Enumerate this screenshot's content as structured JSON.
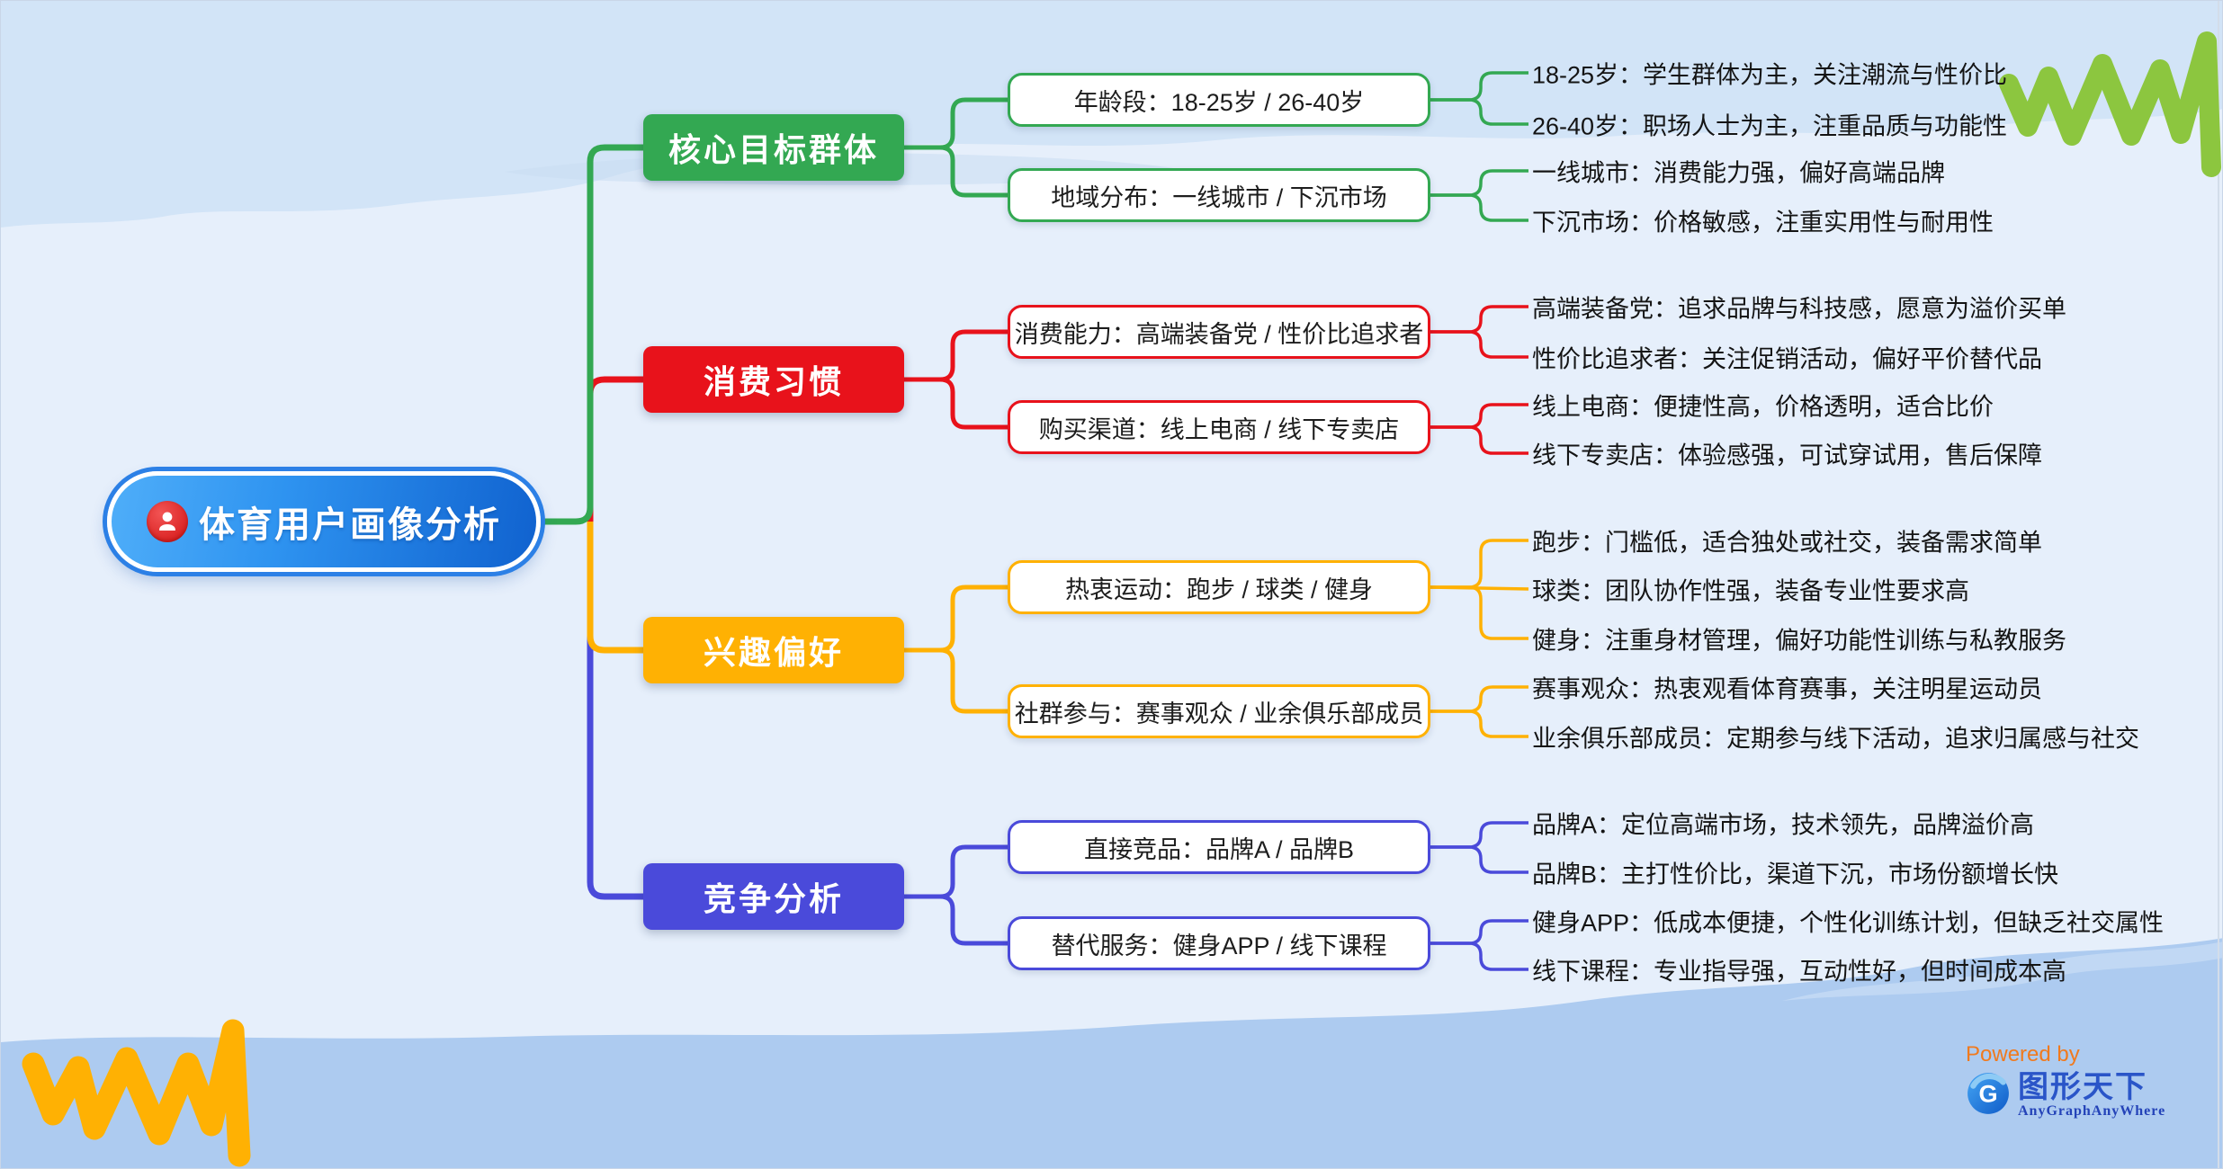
{
  "root": {
    "label": "体育用户画像分析",
    "icon": "user-icon"
  },
  "branches": [
    {
      "label": "核心目标群体",
      "color": "#33A852",
      "children": [
        {
          "label": "年龄段：18-25岁 / 26-40岁",
          "leaves": [
            "18-25岁：学生群体为主，关注潮流与性价比",
            "26-40岁：职场人士为主，注重品质与功能性"
          ]
        },
        {
          "label": "地域分布：一线城市 / 下沉市场",
          "leaves": [
            "一线城市：消费能力强，偏好高端品牌",
            "下沉市场：价格敏感，注重实用性与耐用性"
          ]
        }
      ]
    },
    {
      "label": "消费习惯",
      "color": "#E8121B",
      "children": [
        {
          "label": "消费能力：高端装备党 / 性价比追求者",
          "leaves": [
            "高端装备党：追求品牌与科技感，愿意为溢价买单",
            "性价比追求者：关注促销活动，偏好平价替代品"
          ]
        },
        {
          "label": "购买渠道：线上电商 / 线下专卖店",
          "leaves": [
            "线上电商：便捷性高，价格透明，适合比价",
            "线下专卖店：体验感强，可试穿试用，售后保障"
          ]
        }
      ]
    },
    {
      "label": "兴趣偏好",
      "color": "#FFB103",
      "children": [
        {
          "label": "热衷运动：跑步 / 球类 / 健身",
          "leaves": [
            "跑步：门槛低，适合独处或社交，装备需求简单",
            "球类：团队协作性强，装备专业性要求高",
            "健身：注重身材管理，偏好功能性训练与私教服务"
          ]
        },
        {
          "label": "社群参与：赛事观众 / 业余俱乐部成员",
          "leaves": [
            "赛事观众：热衷观看体育赛事，关注明星运动员",
            "业余俱乐部成员：定期参与线下活动，追求归属感与社交"
          ]
        }
      ]
    },
    {
      "label": "竞争分析",
      "color": "#4A4ADA",
      "children": [
        {
          "label": "直接竞品：品牌A / 品牌B",
          "leaves": [
            "品牌A：定位高端市场，技术领先，品牌溢价高",
            "品牌B：主打性价比，渠道下沉，市场份额增长快"
          ]
        },
        {
          "label": "替代服务：健身APP / 线下课程",
          "leaves": [
            "健身APP：低成本便捷，个性化训练计划，但缺乏社交属性",
            "线下课程：专业指导强，互动性好，但时间成本高"
          ]
        }
      ]
    }
  ],
  "footer": {
    "powered_by": "Powered by",
    "brand": "图形天下",
    "brand_sub": "AnyGraphAnyWhere"
  },
  "colors": {
    "root_gradient_start": "#4FAEF9",
    "root_gradient_end": "#1062CF",
    "root_ring": "#2C80E6",
    "root_icon_bg": "#E02121",
    "background_base": "#E6EFFB",
    "band_top": "#D2E4F7",
    "band_bottom": "#ADCBF0",
    "decor_squiggle_green": "#8CC63F",
    "decor_squiggle_orange": "#FFB103"
  }
}
